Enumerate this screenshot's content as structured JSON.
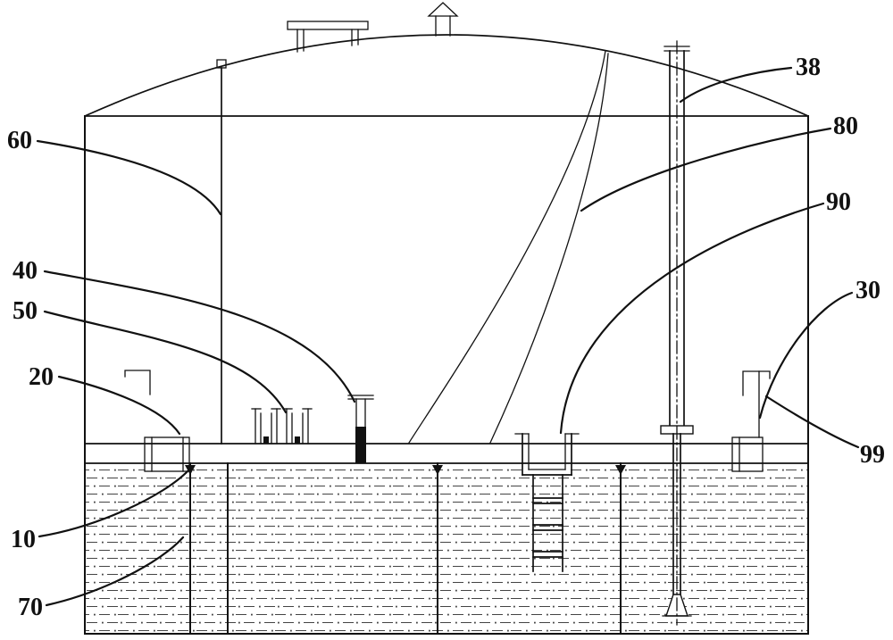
{
  "figure": {
    "colors": {
      "line": "#111111",
      "background": "#ffffff"
    },
    "labels": {
      "l10": "10",
      "l20": "20",
      "l30": "30",
      "l38": "38",
      "l40": "40",
      "l50": "50",
      "l60": "60",
      "l70": "70",
      "l80": "80",
      "l90": "90",
      "l99": "99"
    }
  }
}
